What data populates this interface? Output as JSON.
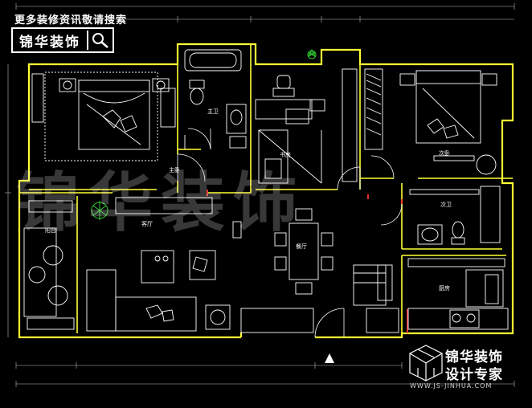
{
  "header": {
    "promo_text": "更多装修资讯敬请搜索",
    "logo_text": "锦华装饰"
  },
  "watermark_text": "锦华装饰",
  "brand": {
    "name": "锦华装饰",
    "tagline": "设计专家",
    "url": "WWW.JS-JINHUA.COM"
  },
  "rooms": {
    "master_bedroom": "主卧",
    "master_bath": "主卫",
    "study": "书房",
    "second_bedroom": "次卧",
    "second_bath": "次卫",
    "balcony": "阳台",
    "living_room": "客厅",
    "dining_room": "餐厅",
    "kitchen": "厨房"
  },
  "colors": {
    "wall": "#ffff33",
    "line": "#ffffff",
    "door_accent": "#ff3333",
    "plant": "#33cc33",
    "background": "#000000"
  },
  "icons": [
    "search-icon",
    "brand-cube-icon",
    "north-arrow-icon"
  ]
}
